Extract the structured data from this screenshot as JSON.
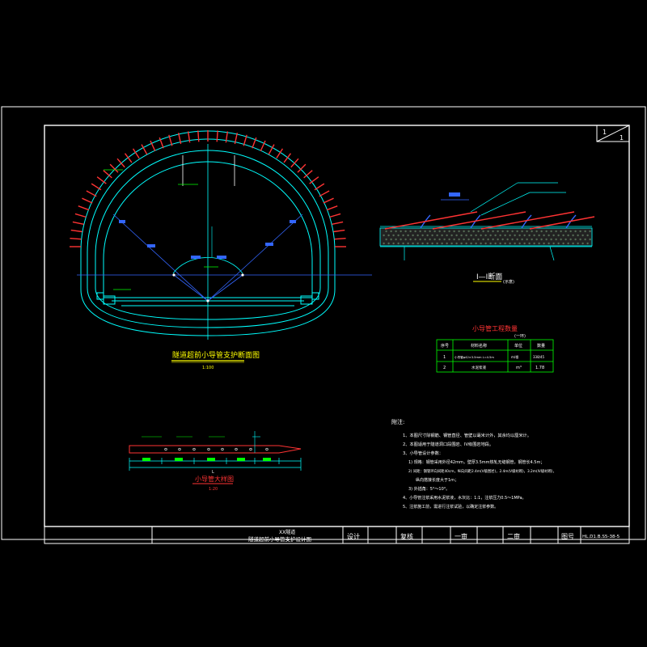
{
  "drawing": {
    "sheet_no": "1",
    "sheet_total": "1",
    "main_title": "隧道超前小导管支护断面图",
    "main_scale": "1:100",
    "section_title": "I—I断面",
    "section_sub": "(示意)",
    "detail_title": "小导管大样图",
    "detail_scale": "1:20",
    "dim_L": "L"
  },
  "qty_table": {
    "title": "小导管工程数量",
    "subtitle": "(一环)",
    "headers": [
      "序号",
      "材料名称",
      "单位",
      "数量"
    ],
    "rows": [
      [
        "1",
        "小导管φ42×3.5mm L=4.5m",
        "m/根",
        "338/45"
      ],
      [
        "2",
        "水泥浆液",
        "m³",
        "1.78"
      ]
    ]
  },
  "notes": {
    "heading": "附注:",
    "lines": [
      "1、本图尺寸除钢筋、钢管直径、管壁以毫米计外，其余均以厘米计。",
      "2、本图适用于隧道洞口段围岩、IV级围岩地段。",
      "3、小导管设计参数：",
      "1) 规格：钢管采用外径42mm，壁厚3.5mm热轧无缝钢管，钢管长4.5m；",
      "2) 间距：钢管环向间距40cm，纵向间距2.4m(V级围岩)，2.4m(V级衬砌)，3.2m(IV级衬砌)，",
      "纵向搭接长度大于1m；",
      "3) 外插角：5°～10°。",
      "4、小导管注浆采用水泥浆液，水灰比：1:1，注浆压力0.5～1MPa。",
      "5、注浆施工前，需进行注浆试验，以确定注浆参数。"
    ]
  },
  "title_block": {
    "project_line1": "XX隧道",
    "project_line2": "隧道超前小导管支护设计图",
    "design": "设计",
    "review": "复核",
    "first_review": "一审",
    "second_review": "二审",
    "drawing_no_label": "图号",
    "drawing_no": "HL.D1.B.S5-38-5"
  },
  "colors": {
    "background": "#000000",
    "frame": "#ffffff",
    "tunnel": "#00ffff",
    "pipe": "#ff3333",
    "center_line": "#3366ff",
    "highlight": "#00ff00",
    "label": "#ffff00",
    "accent": "#ff00ff"
  }
}
